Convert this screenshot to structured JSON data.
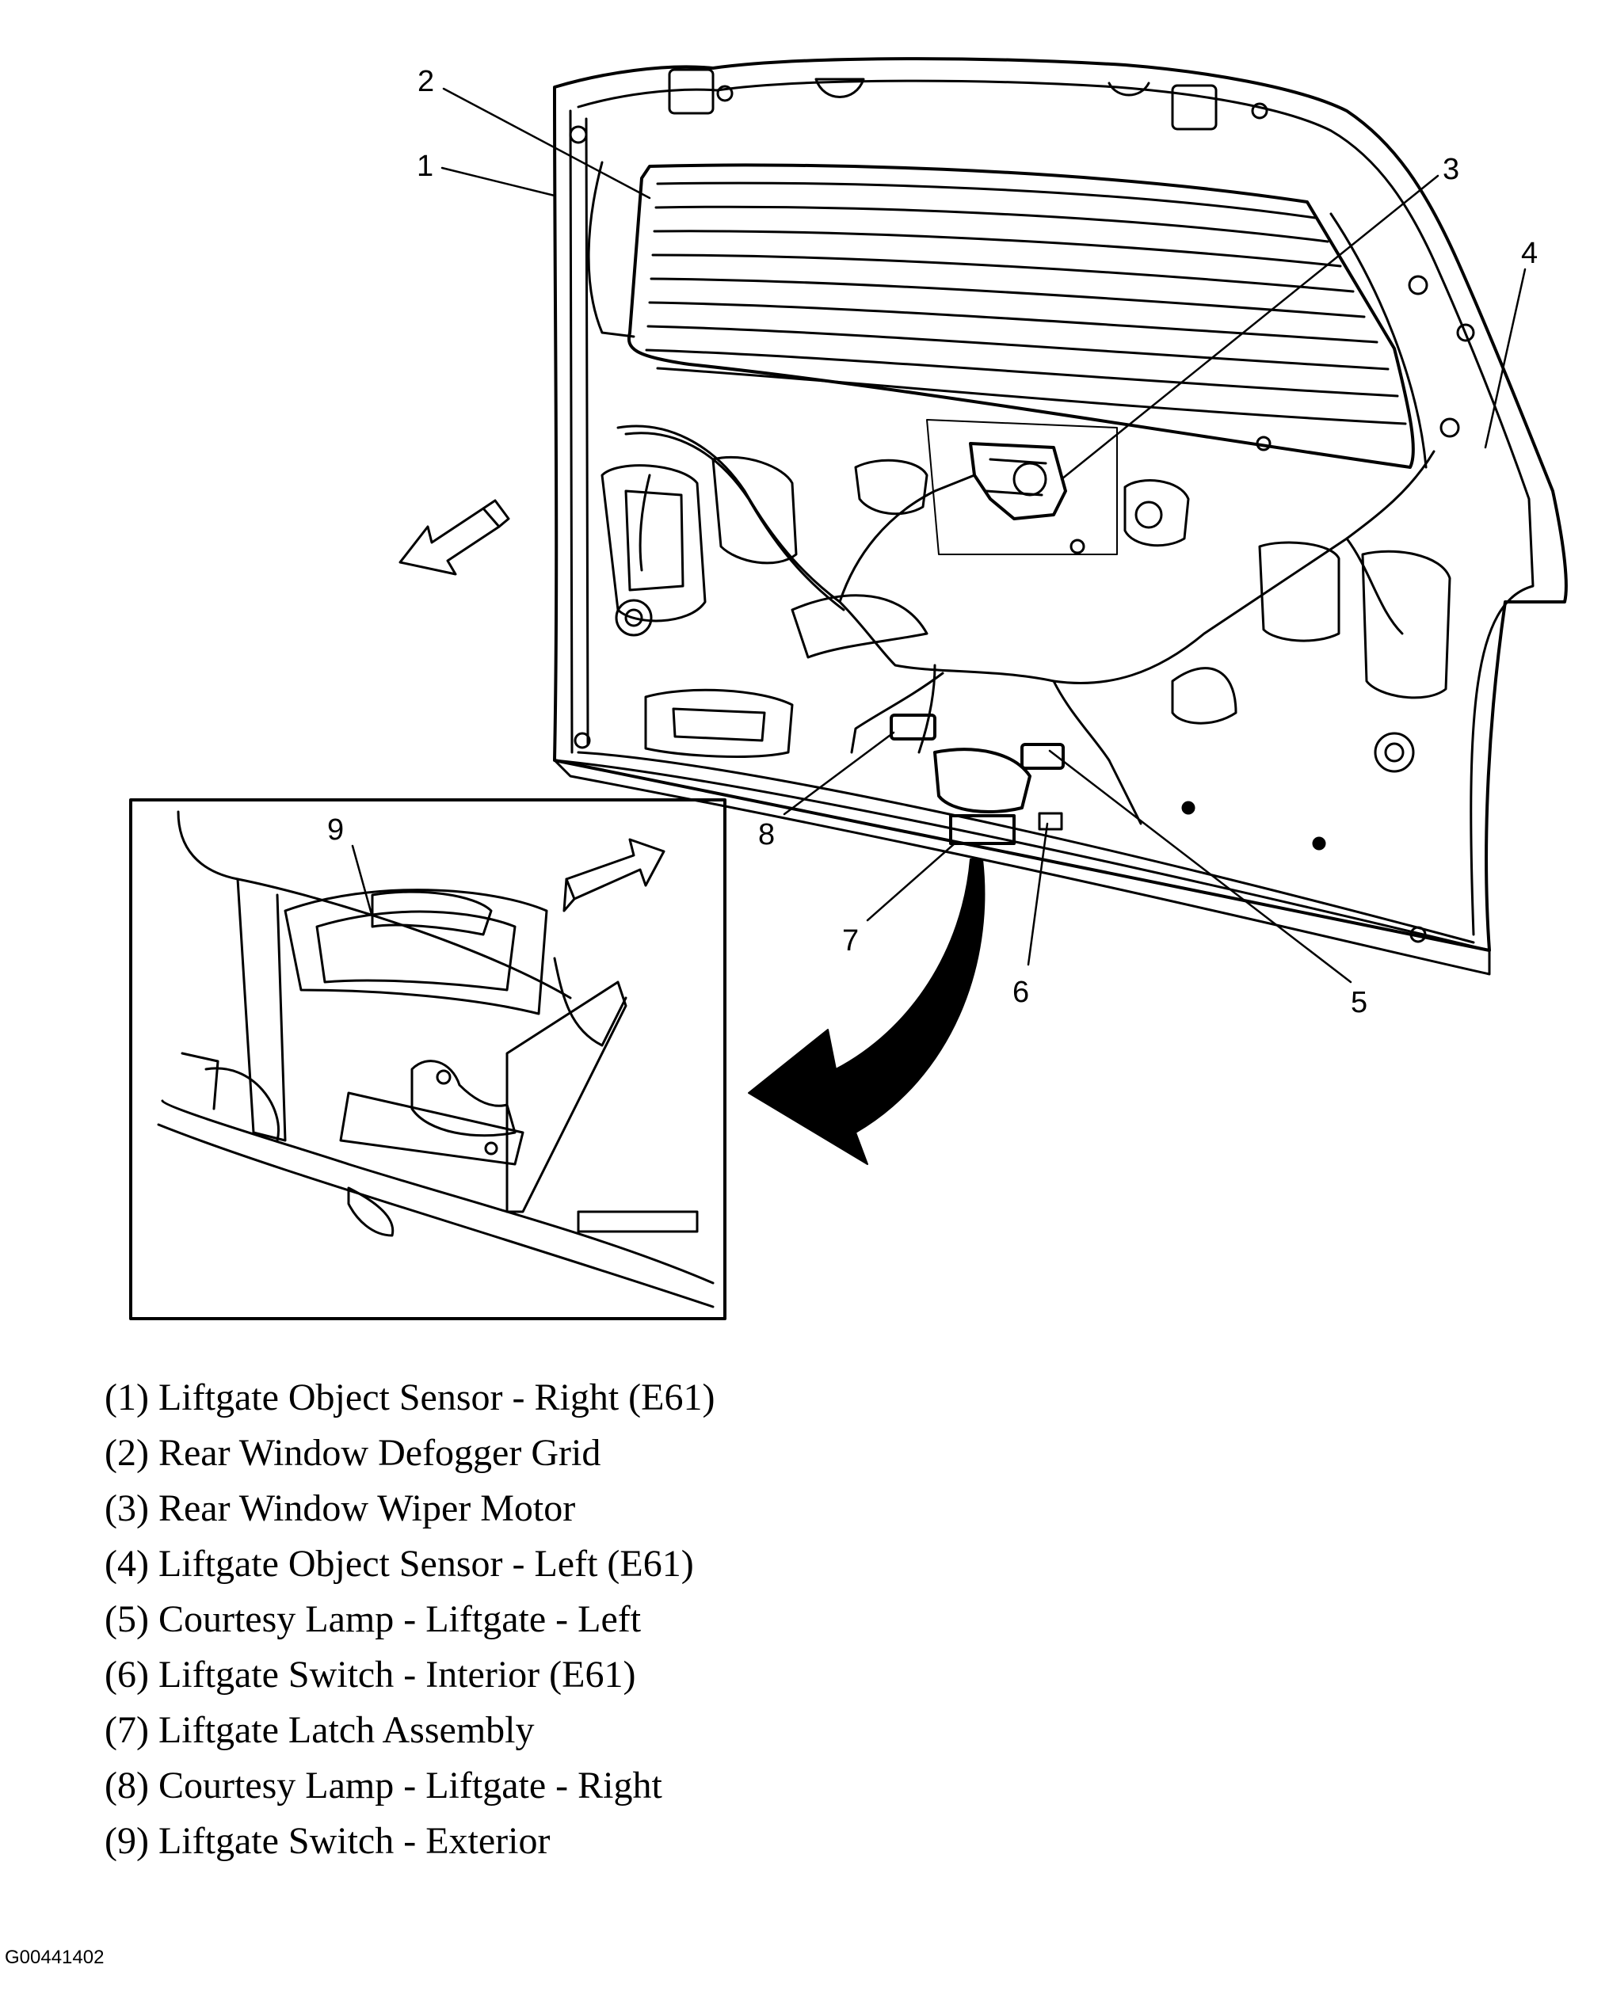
{
  "callouts": [
    "1",
    "2",
    "3",
    "4",
    "5",
    "6",
    "7",
    "8",
    "9"
  ],
  "legend": [
    "(1) Liftgate Object Sensor - Right (E61)",
    "(2) Rear Window Defogger Grid",
    "(3) Rear Window Wiper Motor",
    "(4) Liftgate Object Sensor - Left (E61)",
    "(5) Courtesy Lamp - Liftgate - Left",
    "(6) Liftgate Switch - Interior (E61)",
    "(7) Liftgate Latch Assembly",
    "(8) Courtesy Lamp - Liftgate - Right",
    "(9) Liftgate Switch - Exterior"
  ],
  "figure_id": "G00441402"
}
